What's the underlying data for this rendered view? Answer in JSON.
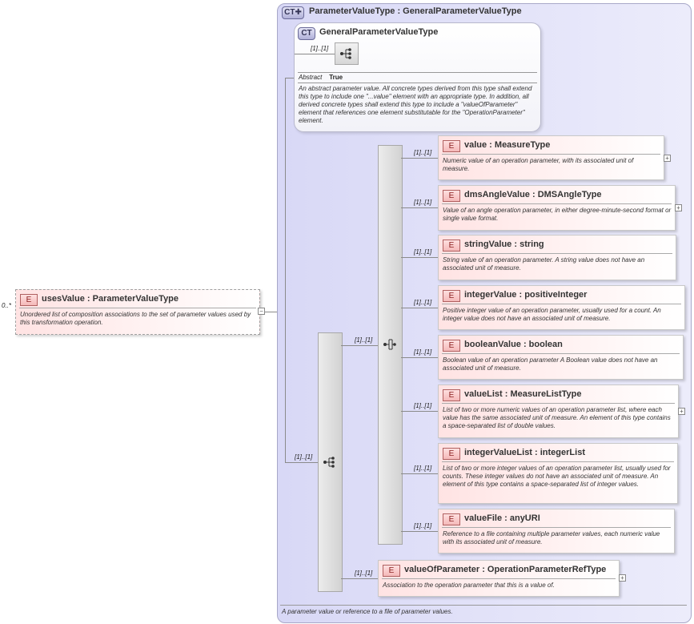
{
  "root_element": {
    "cardinality": "0..*",
    "name": "usesValue",
    "type": "ParameterValueType",
    "doc": "Unordered list of composition associations to the set of parameter values used by this transformation operation."
  },
  "complex_type": {
    "badge": "CT",
    "title": "ParameterValueType : GeneralParameterValueType",
    "doc": "A parameter value or reference to a file of parameter values.",
    "base": {
      "badge": "CT",
      "name": "GeneralParameterValueType",
      "cardinality": "[1]..[1]",
      "abstract_label": "Abstract",
      "abstract_value": "True",
      "doc": "An abstract parameter value. All concrete types derived from this type shall extend this type to include one \"...value\" element with an appropriate type. In addition, all derived concrete types shall extend this type to include a \"valueOfParameter\" element that references one element substitutable for the \"OperationParameter\" element."
    },
    "outer_sequence_cardinality": "[1]..[1]",
    "choice_cardinality": "[1]..[1]"
  },
  "choice_elements": [
    {
      "badge": "E",
      "cardinality": "[1]..[1]",
      "label": "value      : MeasureType",
      "doc": "Numeric value of an operation parameter, with its associated unit of measure.",
      "expandable": true
    },
    {
      "badge": "E",
      "cardinality": "[1]..[1]",
      "label": "dmsAngleValue : DMSAngleType",
      "doc": "Value of an angle operation parameter, in either degree-minute-second format or single value format.",
      "expandable": true
    },
    {
      "badge": "E",
      "cardinality": "[1]..[1]",
      "label": "stringValue : string",
      "doc": "String value of an operation parameter. A string value does not have an associated unit of measure.",
      "expandable": false
    },
    {
      "badge": "E",
      "cardinality": "[1]..[1]",
      "label": "integerValue : positiveInteger",
      "doc": "Positive integer value of an operation parameter, usually used for a count. An integer value does not have an associated unit of measure.",
      "expandable": false
    },
    {
      "badge": "E",
      "cardinality": "[1]..[1]",
      "label": "booleanValue : boolean",
      "doc": "Boolean value of an operation parameter  A Boolean value does not have an associated unit of measure.",
      "expandable": false
    },
    {
      "badge": "E",
      "cardinality": "[1]..[1]",
      "label": "valueList : MeasureListType",
      "doc": "List of two or more numeric values of an operation parameter list, where each value has the same associated unit of measure. An element of this type contains a space-separated list of double values.",
      "expandable": true
    },
    {
      "badge": "E",
      "cardinality": "[1]..[1]",
      "label": "integerValueList : integerList",
      "doc": "List of two or more integer values of an operation parameter list, usually used for counts. These integer values do not have an associated unit of measure. An element of this type contains a space-separated list of integer values.",
      "expandable": false
    },
    {
      "badge": "E",
      "cardinality": "[1]..[1]",
      "label": "valueFile : anyURI",
      "doc": "Reference to a file containing multiple parameter values, each numeric value with its associated unit of measure.",
      "expandable": false
    }
  ],
  "value_of_parameter": {
    "badge": "E",
    "cardinality": "[1]..[1]",
    "label": "valueOfParameter : OperationParameterRefType",
    "doc": "Association to the operation parameter that this is a value of.",
    "expandable": true
  },
  "icons": {
    "expand": "plus-icon",
    "collapse": "minus-icon",
    "sequence": "sequence-compositor-icon",
    "choice": "choice-compositor-icon"
  },
  "colors": {
    "complex_type_fill": "#dcdcf8",
    "element_fill": "#ffe3e3",
    "element_badge": "#f4b8b8"
  }
}
